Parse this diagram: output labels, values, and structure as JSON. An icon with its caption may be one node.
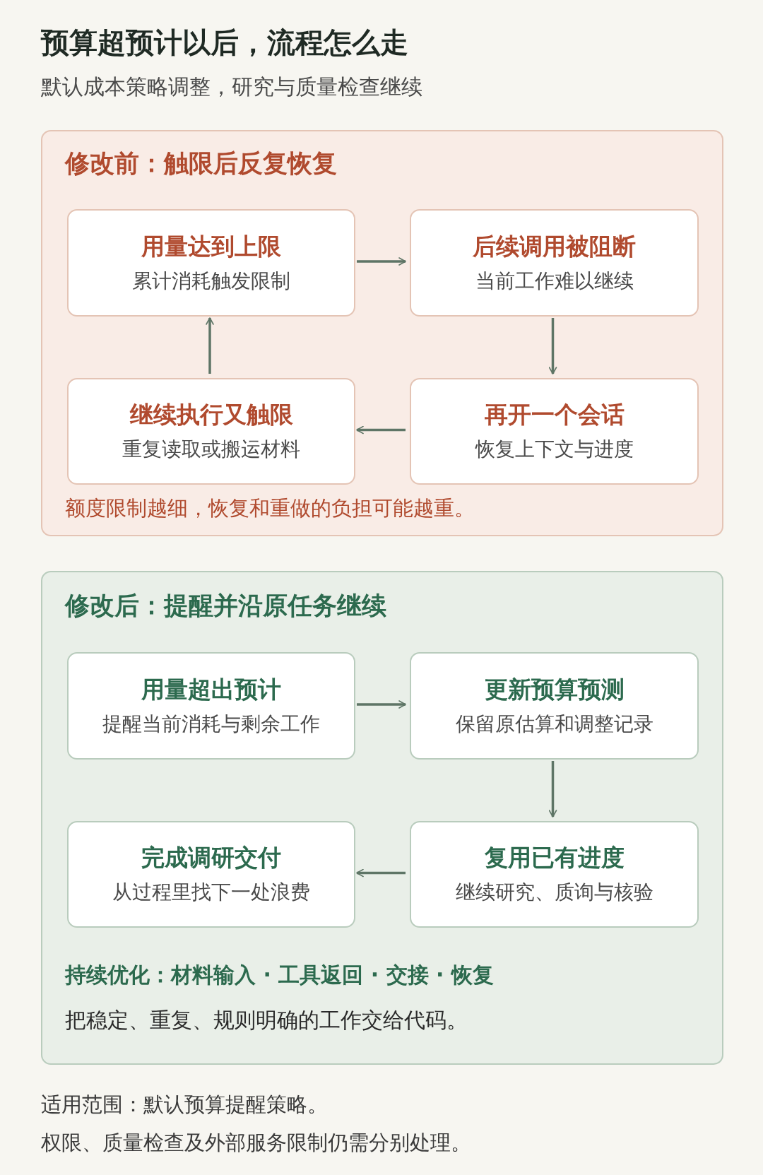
{
  "diagram": {
    "title": "预算超预计以后，流程怎么走",
    "caption": "默认成本策略调整，研究与质量检查继续",
    "nodes": [
      {
        "text": [
          "修改前：触限后反复恢复",
          "额度限制越细，恢复和重做的负担可能越重。"
        ]
      },
      {
        "text": [
          "用量达到上限",
          "累计消耗触发限制"
        ],
        "in": 0
      },
      {
        "text": [
          "后续调用被阻断",
          "当前工作难以继续"
        ],
        "in": 0
      },
      {
        "text": [
          "继续执行又触限",
          "重复读取或搬运材料"
        ],
        "in": 0
      },
      {
        "text": [
          "再开一个会话",
          "恢复上下文与进度"
        ],
        "in": 0
      },
      {
        "text": [
          "修改后：提醒并沿原任务继续",
          "持续优化：材料输入 · 工具返回 · 交接 · 恢复",
          "把稳定、重复、规则明确的工作交给代码。"
        ]
      },
      {
        "text": [
          "用量超出预计",
          "提醒当前消耗与剩余工作"
        ],
        "in": 5
      },
      {
        "text": [
          "更新预算预测",
          "保留原估算和调整记录"
        ],
        "in": 5
      },
      {
        "text": [
          "完成调研交付",
          "从过程里找下一处浪费"
        ],
        "in": 5
      },
      {
        "text": [
          "复用已有进度",
          "继续研究、质询与核验"
        ],
        "in": 5
      }
    ],
    "edges": [
      {
        "from": 1,
        "to": 2,
        "arrow": "to"
      },
      {
        "from": 2,
        "to": 4,
        "arrow": "to"
      },
      {
        "from": 4,
        "to": 3,
        "arrow": "to"
      },
      {
        "from": 3,
        "to": 1,
        "arrow": "to"
      },
      {
        "from": 6,
        "to": 7,
        "arrow": "to"
      },
      {
        "from": 7,
        "to": 9,
        "arrow": "to"
      },
      {
        "from": 9,
        "to": 8,
        "arrow": "to"
      }
    ],
    "labels": [
      "适用范围：默认预算提醒策略。",
      "权限、质量检查及外部服务限制仍需分别处理。"
    ]
  }
}
